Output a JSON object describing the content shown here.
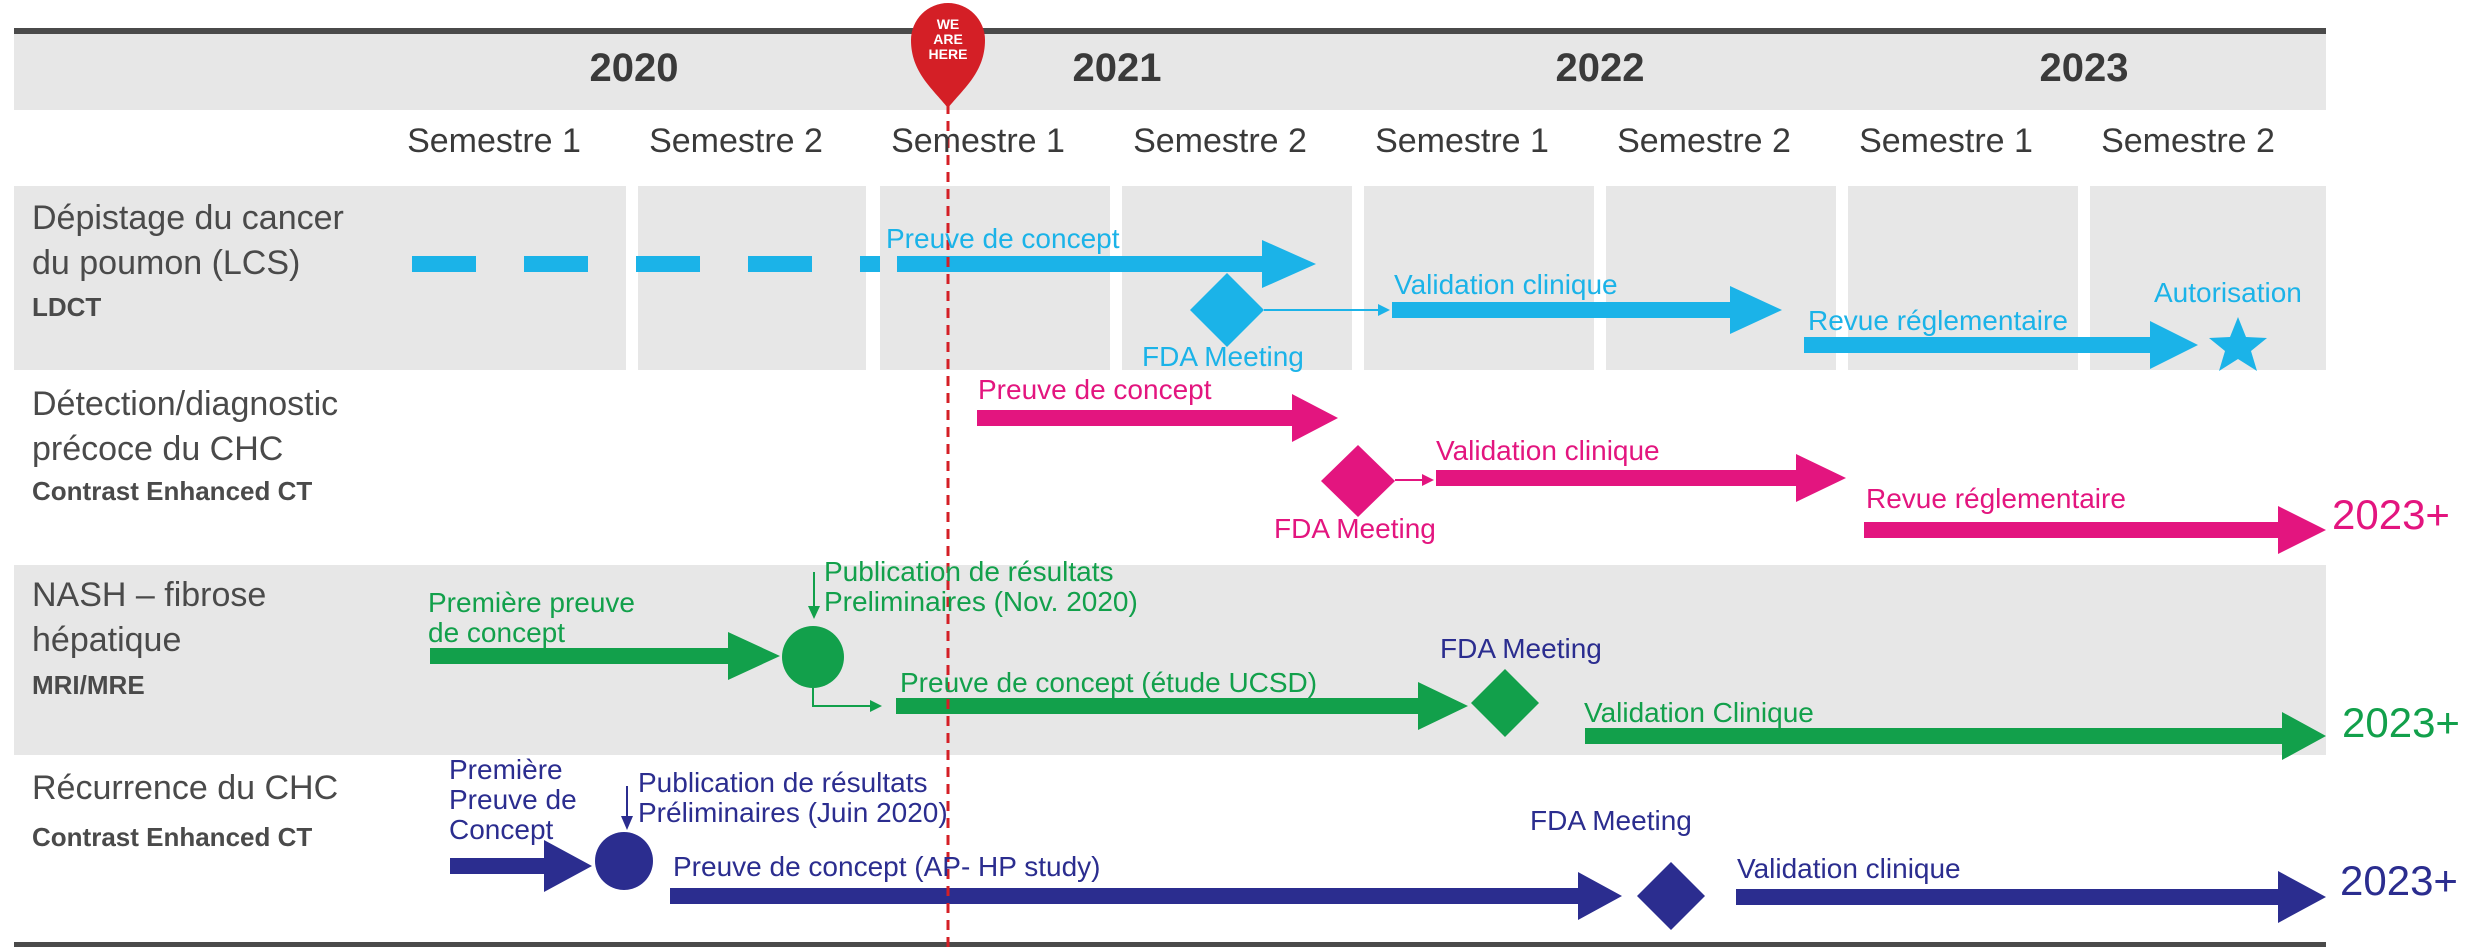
{
  "colors": {
    "cyan": "#1bb3e8",
    "magenta": "#e3157f",
    "green": "#12a04b",
    "navy": "#2b2d8f",
    "marker_red": "#d41f26",
    "panel_gray": "#e7e7e7",
    "text_gray": "#3a3a3a"
  },
  "marker": {
    "text": "WE\nARE\nHERE",
    "icon": "map-pin-icon"
  },
  "years": [
    "2020",
    "2021",
    "2022",
    "2023"
  ],
  "semesters": [
    "Semestre 1",
    "Semestre 2",
    "Semestre 1",
    "Semestre 2",
    "Semestre 1",
    "Semestre 2",
    "Semestre 1",
    "Semestre 2"
  ],
  "rows": [
    {
      "title": "Dépistage du cancer\ndu poumon (LCS)",
      "subtitle": "LDCT"
    },
    {
      "title": "Détection/diagnostic\nprécoce du  CHC",
      "subtitle": "Contrast Enhanced CT"
    },
    {
      "title": "NASH – fibrose\nhépatique",
      "subtitle": "MRI/MRE"
    },
    {
      "title": "Récurrence du CHC",
      "subtitle": "Contrast Enhanced CT"
    }
  ],
  "labels": {
    "lcs_proof": "Preuve de concept",
    "lcs_fda": "FDA Meeting",
    "lcs_validation": "Validation clinique",
    "lcs_review": "Revue réglementaire",
    "lcs_autorisation": "Autorisation",
    "chc_proof": "Preuve de concept",
    "chc_fda": "FDA Meeting",
    "chc_validation": "Validation clinique",
    "chc_review": "Revue réglementaire",
    "chc_plus": "2023+",
    "nash_first": "Première preuve\nde concept",
    "nash_pub": "Publication de résultats\nPreliminaires (Nov. 2020)",
    "nash_proof": "Preuve de concept (étude UCSD)",
    "nash_fda": "FDA Meeting",
    "nash_validation": "Validation Clinique",
    "nash_plus": "2023+",
    "rec_first": "Première\nPreuve de\nConcept",
    "rec_pub": "Publication de résultats\nPréliminaires (Juin 2020)",
    "rec_proof": "Preuve de concept (AP- HP study)",
    "rec_fda": "FDA Meeting",
    "rec_validation": "Validation clinique",
    "rec_plus": "2023+"
  }
}
